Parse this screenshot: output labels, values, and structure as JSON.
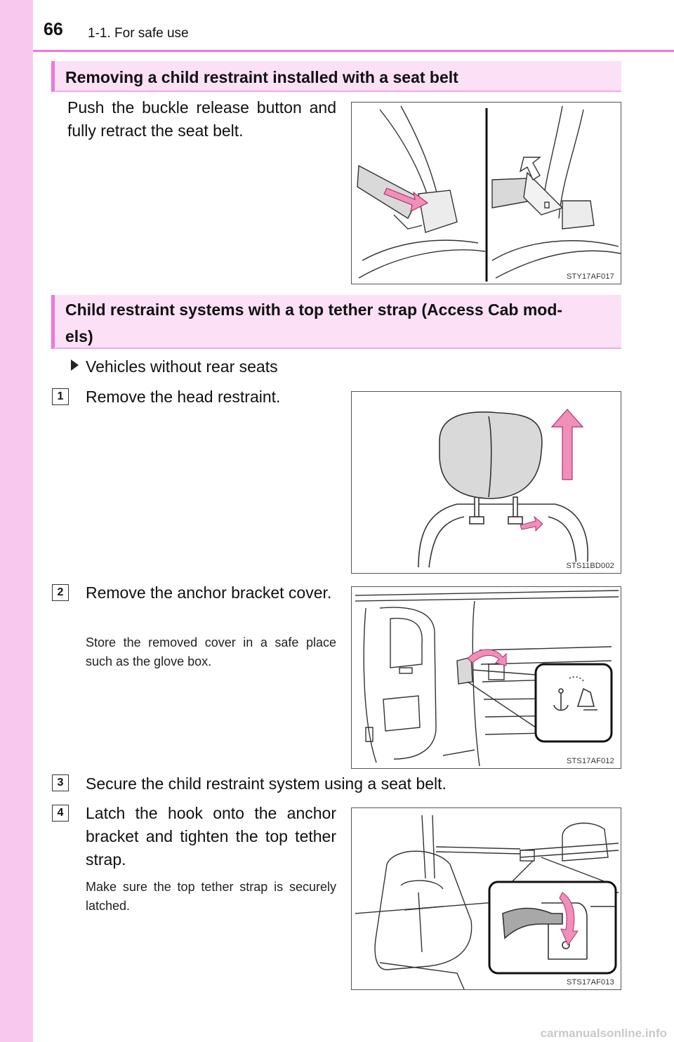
{
  "header": {
    "page_number": "66",
    "section": "1-1. For safe use"
  },
  "section1": {
    "title": "Removing a child restraint installed with a seat belt",
    "text": "Push the buckle release button and fully retract the seat belt.",
    "figure_code": "STY17AF017"
  },
  "section2": {
    "title": "Child restraint systems with a top tether strap (Access Cab mod-els)",
    "title_line1": "Child restraint systems with a top tether strap (Access Cab mod-",
    "title_line2": "els)",
    "subheading": "Vehicles without rear seats",
    "steps": [
      {
        "number": "1",
        "text": "Remove the head restraint.",
        "figure_code": "STS11BD002"
      },
      {
        "number": "2",
        "text": "Remove the anchor bracket cover.",
        "note": "Store the removed cover in a safe place such as the glove box.",
        "figure_code": "STS17AF012"
      },
      {
        "number": "3",
        "text": "Secure the child restraint system using a seat belt."
      },
      {
        "number": "4",
        "text": "Latch the hook onto the anchor bracket and tighten the top tether strap.",
        "note": "Make sure the top tether strap is securely latched.",
        "figure_code": "STS17AF013"
      }
    ]
  },
  "footer": {
    "watermark": "carmanualsonline.info"
  },
  "colors": {
    "accent": "#ee77dd",
    "band_fill": "#fbe0f6",
    "side_strip": "#f9c8ef",
    "arrow_pink": "#f08fb8"
  }
}
